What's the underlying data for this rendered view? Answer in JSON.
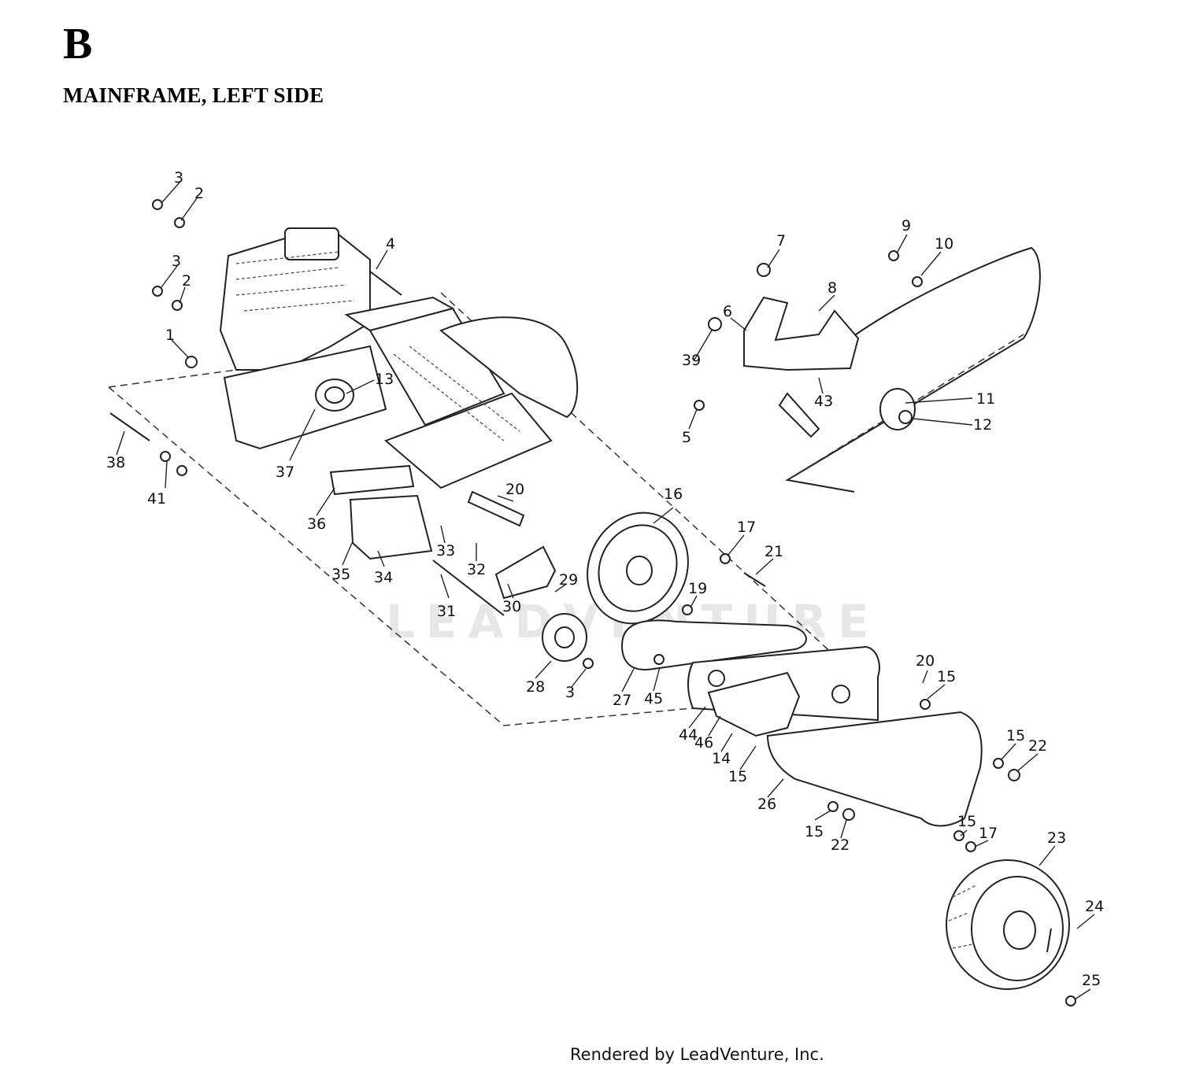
{
  "header": {
    "section_letter": "B",
    "section_title": "MAINFRAME, LEFT SIDE"
  },
  "watermark": "LEADVENTURE",
  "footer": "Rendered by LeadVenture, Inc.",
  "callouts": [
    "3",
    "2",
    "3",
    "2",
    "1",
    "4",
    "13",
    "37",
    "38",
    "41",
    "36",
    "35",
    "34",
    "33",
    "32",
    "31",
    "30",
    "29",
    "20",
    "16",
    "17",
    "21",
    "19",
    "28",
    "3",
    "27",
    "45",
    "44",
    "46",
    "14",
    "15",
    "26",
    "15",
    "22",
    "20",
    "15",
    "15",
    "22",
    "15",
    "17",
    "23",
    "24",
    "25",
    "7",
    "9",
    "10",
    "8",
    "6",
    "39",
    "43",
    "5",
    "11",
    "12"
  ],
  "colors": {
    "ink": "#222222",
    "background": "#ffffff",
    "watermark": "#e7e7e7"
  }
}
